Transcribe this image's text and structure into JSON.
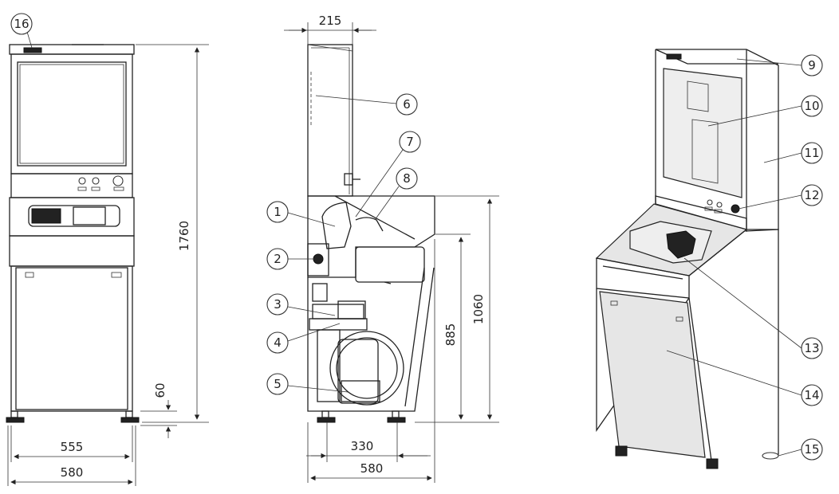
{
  "dimensions": {
    "front_width_inner": "555",
    "front_width_outer": "580",
    "front_height_total": "1760",
    "front_foot_height": "60",
    "side_top_depth": "215",
    "side_depth_mid": "330",
    "side_depth_total": "580",
    "side_height_885": "885",
    "side_height_1060": "1060"
  },
  "callouts": [
    "1",
    "2",
    "3",
    "4",
    "5",
    "6",
    "7",
    "8",
    "9",
    "10",
    "11",
    "12",
    "13",
    "14",
    "15",
    "16"
  ],
  "colors": {
    "line": "#222222",
    "panel_fill": "#e6e6e6",
    "background": "#ffffff"
  }
}
